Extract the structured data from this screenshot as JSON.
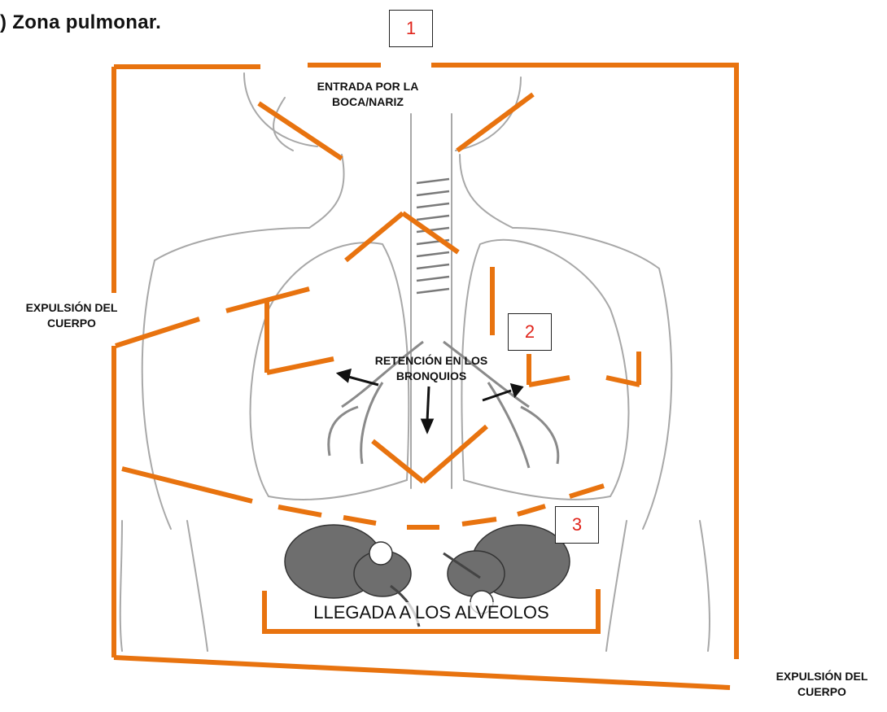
{
  "title": ") Zona pulmonar.",
  "labels": {
    "entry": [
      "ENTRADA POR LA",
      "BOCA/NARIZ"
    ],
    "expulsion_left": [
      "EXPULSIÓN DEL",
      "CUERPO"
    ],
    "expulsion_right": [
      "EXPULSIÓN DEL",
      "CUERPO"
    ],
    "retention": [
      "RETENCIÓN EN LOS",
      "BRONQUIOS"
    ],
    "alveoli": "LLEGADA A LOS ALVEOLOS"
  },
  "zones": [
    "1",
    "2",
    "3"
  ],
  "colors": {
    "path_line": "#e8730f",
    "zone_number": "#e0241b",
    "anatomy_sketch": "#9a9a9a",
    "alveoli_fill": "#6e6e6e"
  }
}
